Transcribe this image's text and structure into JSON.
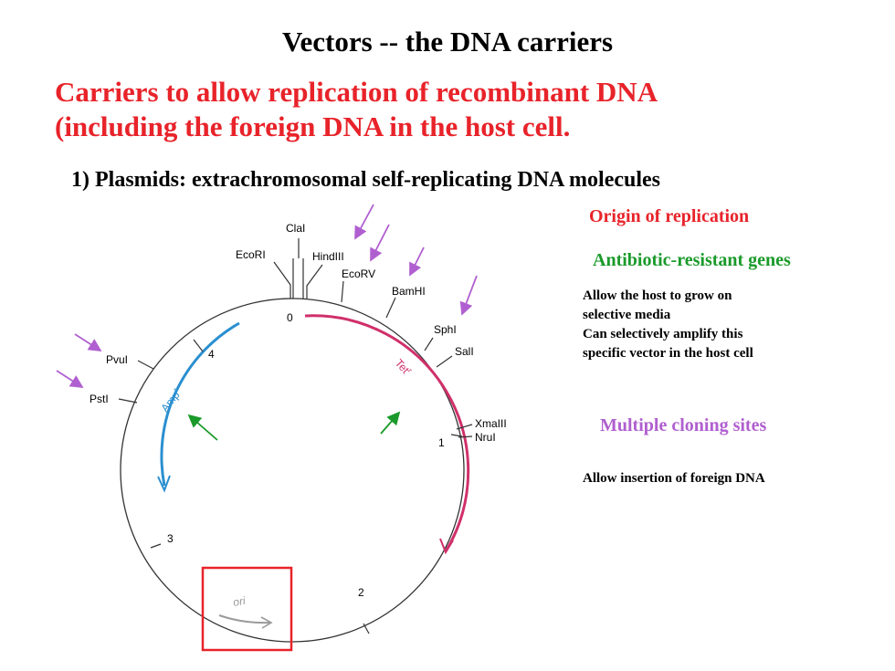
{
  "title": "Vectors -- the DNA carriers",
  "subtitle": {
    "line1": "Carriers to allow replication of recombinant DNA",
    "line2": "(including the foreign DNA in the host cell."
  },
  "point1": "1)  Plasmids: extrachromosomal self-replicating DNA molecules",
  "right_panel": {
    "origin_heading": "Origin of replication",
    "antibiotic_heading": "Antibiotic-resistant genes",
    "antibiotic_line1": "Allow the host to grow on",
    "antibiotic_line2": "selective media",
    "antibiotic_line3": "Can selectively amplify this",
    "antibiotic_line4": "specific vector in the host cell",
    "mcs_heading": "Multiple cloning sites",
    "mcs_text": "Allow insertion of foreign DNA"
  },
  "plasmid": {
    "sites": {
      "clai": "ClaI",
      "ecori": "EcoRI",
      "hindiii": "HindIII",
      "ecorv": "EcoRV",
      "bamhi": "BamHI",
      "sphi": "SphI",
      "sali": "SalI",
      "xmaiii": "XmaIII",
      "nrui": "NruI",
      "pvui": "PvuI",
      "psti": "PstI"
    },
    "markers": {
      "m0": "0",
      "m1": "1",
      "m2": "2",
      "m3": "3",
      "m4": "4"
    },
    "genes": {
      "amp": "Amp",
      "amp_sup": "r",
      "tet": "Tet",
      "tet_sup": "r",
      "ori": "ori"
    }
  },
  "colors": {
    "red": "#e8232a",
    "green": "#1a9a2a",
    "purple": "#b05fd0",
    "amp_blue": "#2a8fd0",
    "tet_magenta": "#d0306a",
    "ori_gray": "#9a9a9a"
  }
}
